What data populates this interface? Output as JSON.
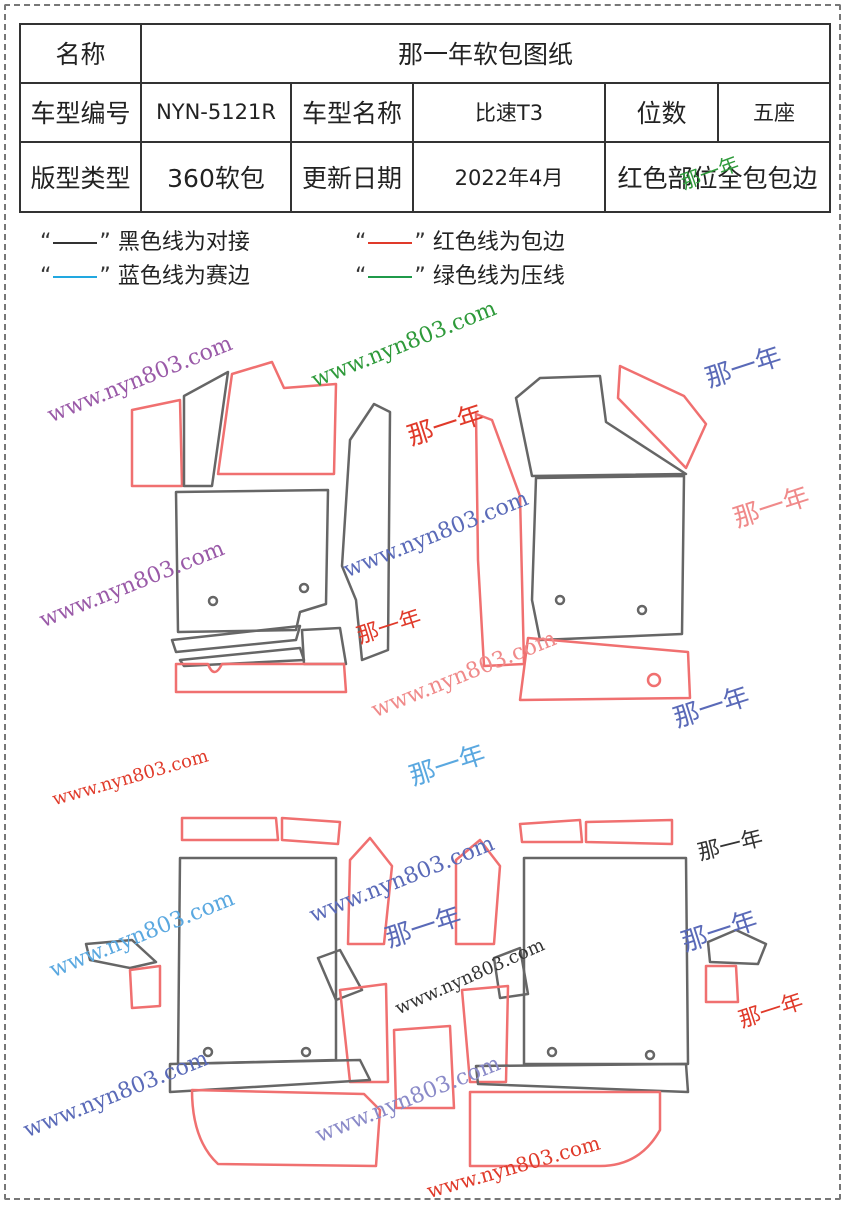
{
  "table": {
    "label_name": "名称",
    "title": "那一年软包图纸",
    "label_model_code": "车型编号",
    "model_code": "NYN-5121R",
    "label_model_name": "车型名称",
    "model_name": "比速T3",
    "label_seats": "位数",
    "seats": "五座",
    "label_pattern_type": "版型类型",
    "pattern_type": "360软包",
    "label_update_date": "更新日期",
    "update_date": "2022年4月",
    "note": "红色部位全包包边"
  },
  "legend": [
    {
      "quote_open": "“",
      "quote_close": "”",
      "color": "#333333",
      "text": "黑色线为对接"
    },
    {
      "quote_open": "“",
      "quote_close": "”",
      "color": "#e03a2a",
      "text": "红色线为包边"
    },
    {
      "quote_open": "“",
      "quote_close": "”",
      "color": "#22a8e0",
      "text": "蓝色线为赛边"
    },
    {
      "quote_open": "“",
      "quote_close": "”",
      "color": "#1f9a4a",
      "text": "绿色线为压线"
    }
  ],
  "colors": {
    "outline_black": "#666666",
    "outline_red": "#f07070"
  },
  "watermarks": {
    "site": "www.nyn803.com",
    "brand": "那一年"
  }
}
